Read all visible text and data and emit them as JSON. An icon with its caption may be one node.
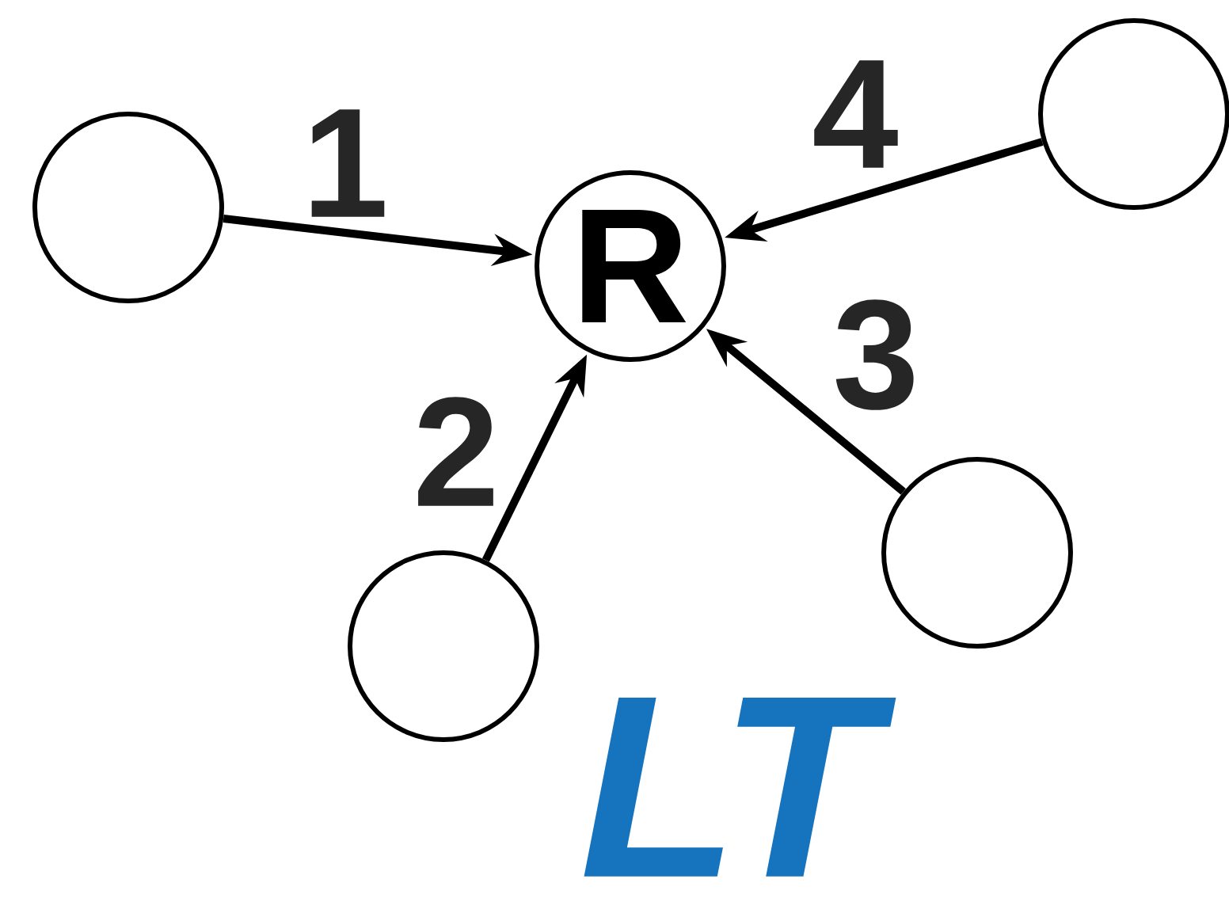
{
  "diagram": {
    "nodes": [
      {
        "text": [],
        "shape": "circle"
      },
      {
        "text": [
          "R"
        ]
      },
      {
        "text": [],
        "shape": "circle"
      },
      {
        "text": [],
        "shape": "circle"
      },
      {
        "text": [],
        "shape": "circle"
      }
    ],
    "edges": [
      {
        "from": 0,
        "to": 1,
        "arrow": "to",
        "label": "1"
      },
      {
        "from": 2,
        "to": 1,
        "arrow": "to",
        "label": "2"
      },
      {
        "from": 3,
        "to": 1,
        "arrow": "to",
        "label": "3"
      },
      {
        "from": 4,
        "to": 1,
        "arrow": "to",
        "label": "4"
      }
    ],
    "labels": [
      "LT"
    ]
  }
}
